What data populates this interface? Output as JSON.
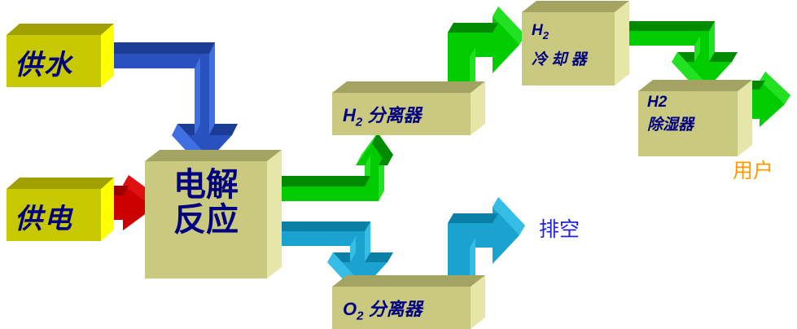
{
  "diagram": {
    "title": "Water Electrolysis Hydrogen Production Flow Diagram",
    "type": "process-flow"
  },
  "nodes": {
    "water_supply": {
      "label": "供水",
      "meaning": "Water Supply",
      "face_color": "#c8c800",
      "top_color": "#a0a000",
      "side_color": "#ffff00"
    },
    "power_supply": {
      "label": "供电",
      "meaning": "Power Supply",
      "face_color": "#c8c800",
      "top_color": "#a0a000",
      "side_color": "#ffff00"
    },
    "electrolysis": {
      "line1": "电解",
      "line2": "反应",
      "meaning": "Electrolysis Reaction",
      "face_color": "#c9c97f",
      "top_color": "#a3a362",
      "side_color": "#e6e6a8"
    },
    "h2_separator": {
      "label": "H",
      "sub": "2",
      "suffix": " 分离器",
      "meaning": "H2 Separator",
      "face_color": "#c9c97f",
      "top_color": "#a3a362",
      "side_color": "#e6e6a8"
    },
    "h2_cooler": {
      "line1": "H",
      "sub": "2",
      "line2": "冷 却 器",
      "meaning": "H2 Cooler",
      "face_color": "#c9c97f",
      "top_color": "#a3a362",
      "side_color": "#e6e6a8"
    },
    "h2_dehumidifier": {
      "line1": "H2",
      "line2": "除湿器",
      "meaning": "H2 Dehumidifier",
      "face_color": "#c9c97f",
      "top_color": "#a3a362",
      "side_color": "#e6e6a8"
    },
    "o2_separator": {
      "label": "O",
      "sub": "2",
      "suffix": " 分离器",
      "meaning": "O2 Separator",
      "face_color": "#c9c97f",
      "top_color": "#a3a362",
      "side_color": "#e6e6a8"
    }
  },
  "labels": {
    "vent": {
      "text": "排空",
      "meaning": "Vent to atmosphere",
      "color": "#2222dd"
    },
    "user": {
      "text": "用户",
      "meaning": "User",
      "color": "#ff9900"
    }
  },
  "arrows": {
    "water_to_electrolysis": {
      "name": "water-feed-arrow",
      "color": "#2a52be",
      "dark": "#1b3d96",
      "light": "#3f6fe0",
      "path": "right-then-down"
    },
    "power_to_electrolysis": {
      "name": "power-feed-arrow",
      "color": "#cc0000",
      "dark": "#9a0000",
      "light": "#e01010",
      "path": "right"
    },
    "electrolysis_to_h2sep": {
      "name": "hydrogen-out-arrow",
      "color": "#00cc00",
      "dark": "#008a00",
      "light": "#22e022",
      "path": "right-then-up"
    },
    "h2sep_to_cooler": {
      "name": "hydrogen-to-cooler-arrow",
      "color": "#00cc00",
      "dark": "#008a00",
      "light": "#22e022",
      "path": "up-then-right"
    },
    "cooler_to_dehumidifier": {
      "name": "hydrogen-to-dehumidifier-arrow",
      "color": "#00cc00",
      "dark": "#008a00",
      "light": "#22e022",
      "path": "right-then-down"
    },
    "dehumidifier_to_user": {
      "name": "hydrogen-to-user-arrow",
      "color": "#00cc00",
      "dark": "#008a00",
      "light": "#22e022",
      "path": "right"
    },
    "electrolysis_to_o2sep": {
      "name": "oxygen-out-arrow",
      "color": "#1ba3cf",
      "dark": "#0b7fa5",
      "light": "#35bde6",
      "path": "right-then-down"
    },
    "o2sep_to_vent": {
      "name": "oxygen-to-vent-arrow",
      "color": "#1ba3cf",
      "dark": "#0b7fa5",
      "light": "#35bde6",
      "path": "up-then-right"
    }
  }
}
